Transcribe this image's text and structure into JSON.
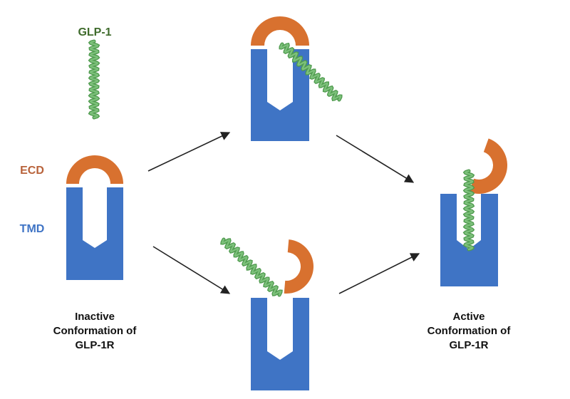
{
  "labels": {
    "glp1": "GLP-1",
    "ecd": "ECD",
    "tmd": "TMD",
    "inactive": [
      "Inactive",
      "Conformation of",
      "GLP-1R"
    ],
    "active": [
      "Active",
      "Conformation of",
      "GLP-1R"
    ]
  },
  "colors": {
    "receptor": "#3f74c5",
    "ecd": "#d8712f",
    "peptide_light": "#7cc07a",
    "peptide_dark": "#4f9a4e",
    "glp1_text": "#3f6b2c",
    "ecd_text": "#b8623a",
    "tmd_text": "#3f74c5",
    "arrow": "#222222"
  },
  "icons": {
    "receptor": "receptor-tmd-shape",
    "ecd": "ecd-cap-shape",
    "peptide": "glp1-peptide-helix",
    "arrow": "arrow-icon"
  }
}
